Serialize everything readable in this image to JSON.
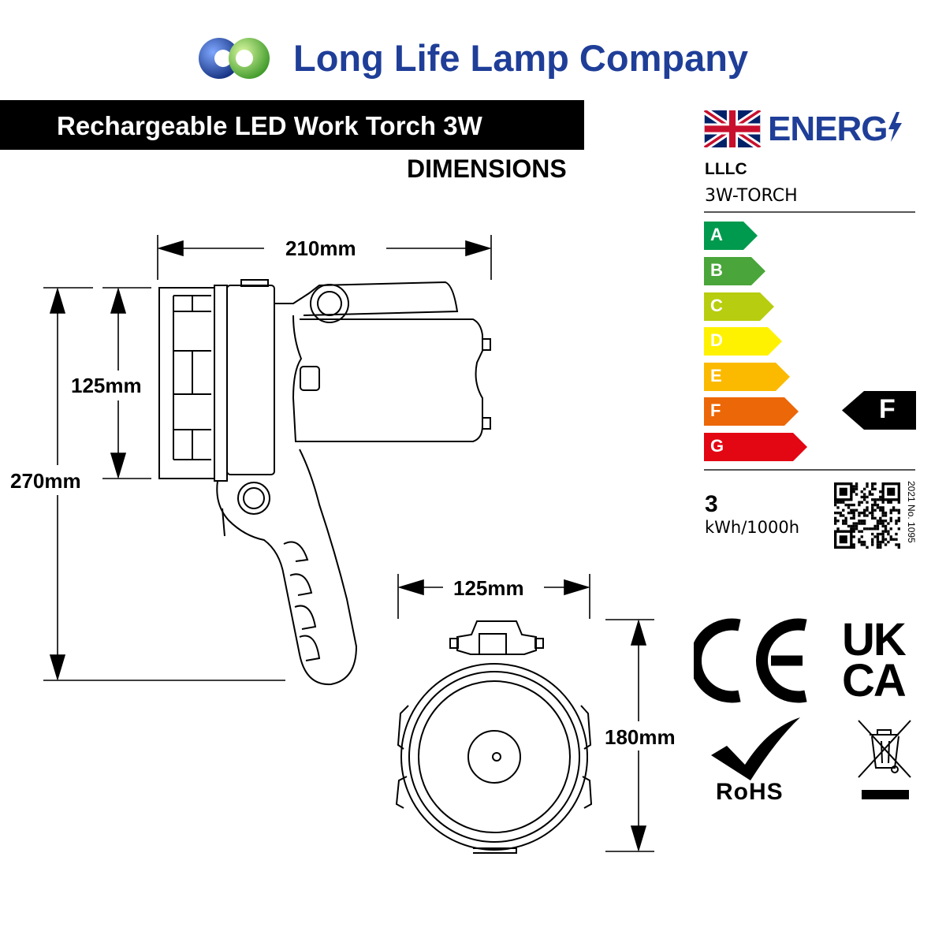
{
  "header": {
    "brand": "Long Life Lamp Company",
    "product_title": "Rechargeable LED Work Torch 3W",
    "section_label": "DIMENSIONS"
  },
  "dimensions": {
    "side_length": "210mm",
    "head_height": "125mm",
    "total_height": "270mm",
    "front_width": "125mm",
    "front_height": "180mm"
  },
  "energy_label": {
    "title": "ENERG",
    "supplier": "LLLC",
    "model": "3W-TORCH",
    "classes": [
      {
        "letter": "A",
        "color": "#009a4e"
      },
      {
        "letter": "B",
        "color": "#4aa53a"
      },
      {
        "letter": "C",
        "color": "#b7cd0f"
      },
      {
        "letter": "D",
        "color": "#fff200"
      },
      {
        "letter": "E",
        "color": "#fbba00"
      },
      {
        "letter": "F",
        "color": "#ec6707"
      },
      {
        "letter": "G",
        "color": "#e30613"
      }
    ],
    "rating": "F",
    "consumption_value": "3",
    "consumption_unit": "kWh/1000h",
    "regulation": "2021 No. 1095"
  },
  "marks": {
    "ukca_line1": "UK",
    "ukca_line2": "CA",
    "rohs": "RoHS"
  },
  "colors": {
    "brand_blue": "#1f3e98",
    "brand_green": "#6fbe44"
  }
}
